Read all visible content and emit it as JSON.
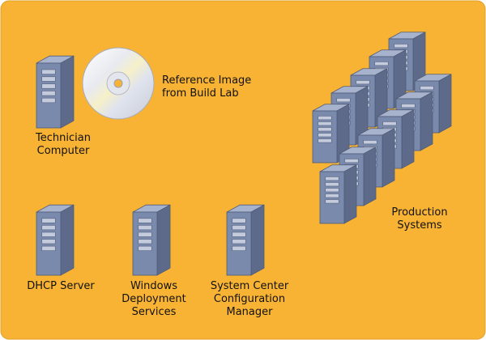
{
  "diagram": {
    "background_color": "#F8B334",
    "server_color": "#7A8AAD",
    "nodes": {
      "technician": {
        "lines": [
          "Technician",
          "Computer"
        ]
      },
      "reference_image": {
        "lines": [
          "Reference Image",
          "from Build Lab"
        ]
      },
      "dhcp": {
        "lines": [
          "DHCP Server"
        ]
      },
      "wds": {
        "lines": [
          "Windows",
          "Deployment",
          "Services"
        ]
      },
      "sccm": {
        "lines": [
          "System Center",
          "Configuration",
          "Manager"
        ]
      },
      "production": {
        "lines": [
          "Production",
          "Systems"
        ]
      }
    }
  }
}
